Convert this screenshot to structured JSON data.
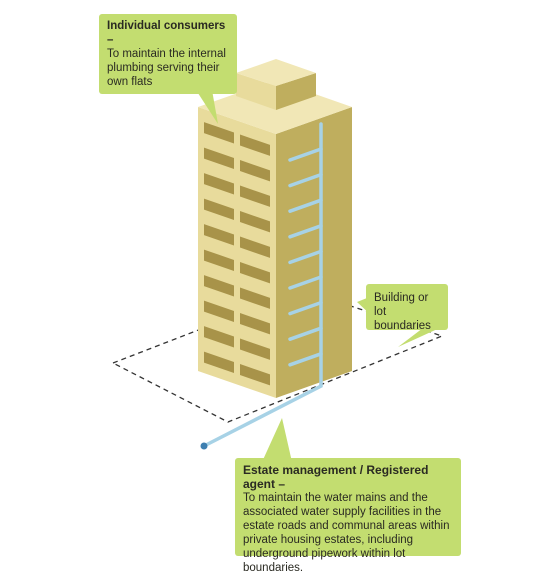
{
  "callouts": {
    "consumers": {
      "title": "Individual consumers –",
      "body": "To maintain the internal plumbing serving their own flats"
    },
    "boundary": {
      "body": "Building or lot boundaries"
    },
    "estate": {
      "title": "Estate management  / Registered agent –",
      "body": "To maintain the water mains and the associated water supply facilities in the estate roads and communal areas within private housing estates, including underground pipework within lot boundaries."
    }
  },
  "colors": {
    "callout_fill": "#c3dd70",
    "building_front": "#e8db9c",
    "building_side": "#bfae5e",
    "building_top": "#f1e7b6",
    "window": "#a89349",
    "pipe": "#a7d2e6",
    "boundary_line": "#333333"
  }
}
